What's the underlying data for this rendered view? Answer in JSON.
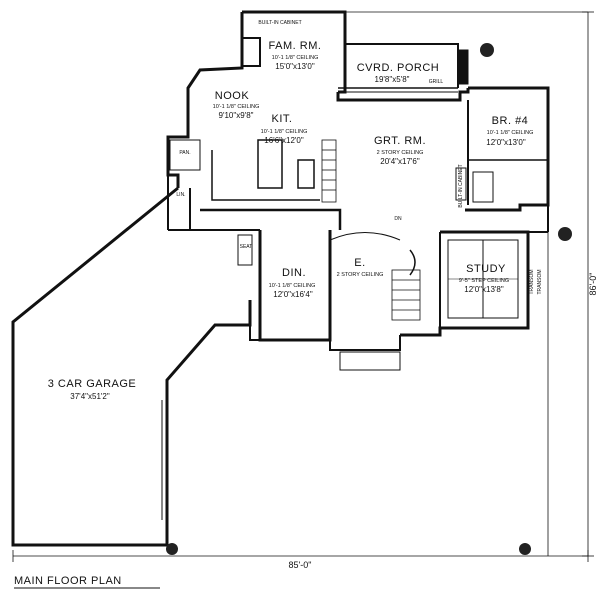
{
  "plan": {
    "title": "MAIN FLOOR PLAN",
    "overall_width": "85'-0\"",
    "overall_depth": "86'-0\""
  },
  "rooms": {
    "fam_rm": {
      "name": "FAM. RM.",
      "ceiling": "10'-1 1/8\" CEILING",
      "size": "15'0\"x13'0\""
    },
    "porch": {
      "name": "CVRD. PORCH",
      "size": "19'8\"x5'8\""
    },
    "nook": {
      "name": "NOOK",
      "ceiling": "10'-1 1/8\" CEILING",
      "size": "9'10\"x9'8\""
    },
    "kit": {
      "name": "KIT.",
      "ceiling": "10'-1 1/8\" CEILING",
      "size": "16'6\"x12'0\""
    },
    "grt_rm": {
      "name": "GRT. RM.",
      "ceiling": "2 STORY CEILING",
      "size": "20'4\"x17'6\""
    },
    "br4": {
      "name": "BR. #4",
      "ceiling": "10'-1 1/8\" CEILING",
      "size": "12'0\"x13'0\""
    },
    "din": {
      "name": "DIN.",
      "ceiling": "10'-1 1/8\" CEILING",
      "size": "12'0\"x16'4\""
    },
    "entry": {
      "name": "E.",
      "ceiling": "2 STORY CEILING"
    },
    "study": {
      "name": "STUDY",
      "ceiling": "9'-5\" STEP CEILING",
      "size": "12'0\"x13'8\""
    },
    "garage": {
      "name": "3 CAR GARAGE",
      "size": "37'4\"x51'2\""
    }
  },
  "annotations": {
    "built_in_cabinet": "BUILT-IN CABINET",
    "grill": "GRILL",
    "pan": "PAN.",
    "lin": "LIN.",
    "seat": "SEAT",
    "dn": "DN",
    "transom_1": "TRANSOM",
    "transom_2": "TRANSOM",
    "built_in_cabinet_br": "BUILT-IN CABINET"
  }
}
